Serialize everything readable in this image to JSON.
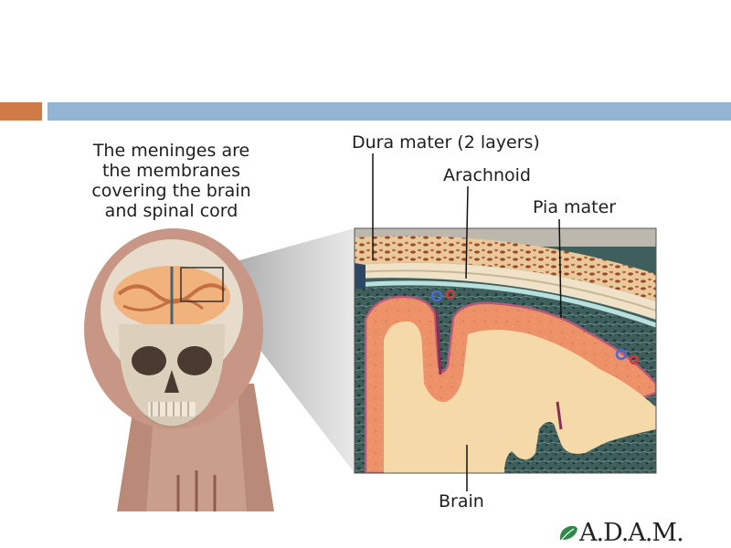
{
  "slide": {
    "accent_color": "#d07a45",
    "bar_color": "#93b5d3"
  },
  "caption": {
    "line1": "The meninges are",
    "line2": "the membranes",
    "line3": "covering the brain",
    "line4": "and spinal cord"
  },
  "labels": {
    "dura": "Dura mater (2 layers)",
    "arachnoid": "Arachnoid",
    "pia": "Pia mater",
    "brain": "Brain"
  },
  "logo": {
    "text": "A.D.A.M.",
    "icon": "leaf-icon"
  }
}
